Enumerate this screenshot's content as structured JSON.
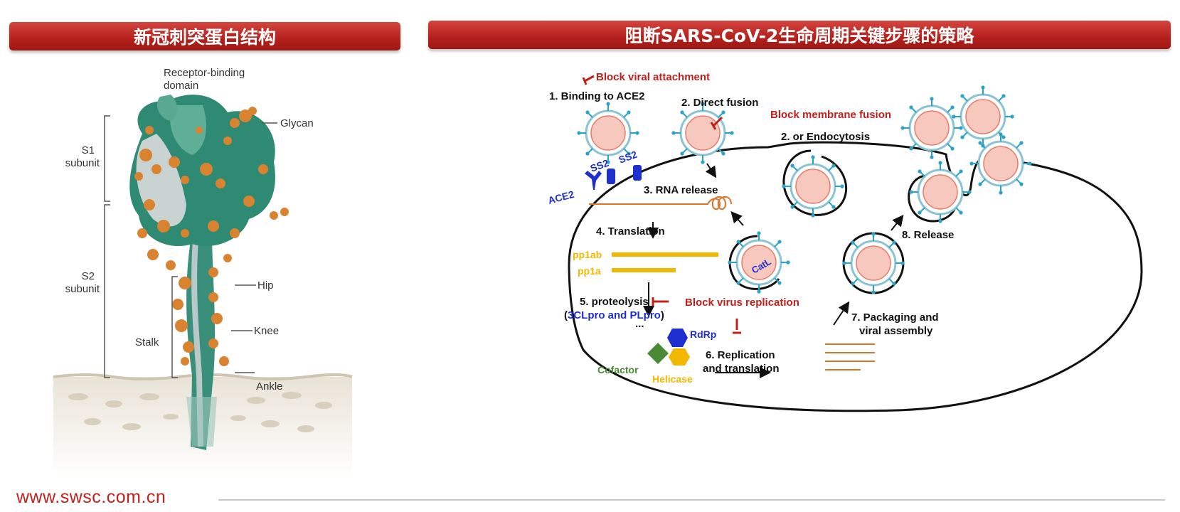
{
  "left_panel": {
    "title": "新冠刺突蛋白结构",
    "labels": {
      "rbd_line1": "Receptor-binding",
      "rbd_line2": "domain",
      "glycan": "Glycan",
      "s1": "S1",
      "s1_sub": "subunit",
      "s2": "S2",
      "s2_sub": "subunit",
      "hip": "Hip",
      "knee": "Knee",
      "stalk": "Stalk",
      "ankle": "Ankle"
    }
  },
  "right_panel": {
    "title": "阻断SARS-CoV-2生命周期关键步骤的策略",
    "labels": {
      "block_attachment": "Block viral attachment",
      "step1": "1. Binding to ACE2",
      "step2_direct": "2. Direct fusion",
      "block_fusion": "Block membrane fusion",
      "step2_endo": "2. or Endocytosis",
      "ace2": "ACE2",
      "ss2_a": "SS2",
      "ss2_b": "SS2",
      "step3": "3. RNA release",
      "step4": "4. Translation",
      "pp1ab": "pp1ab",
      "pp1a": "pp1a",
      "catl": "CatL",
      "step5": "5. proteolysis",
      "step5_open": "(",
      "step5_enzymes": "3CLpro and PLpro",
      "step5_close": ")",
      "ellipsis": "...",
      "block_replication": "Block virus replication",
      "rdrp": "RdRp",
      "cofactor": "Cofactor",
      "helicase": "Helicase",
      "step6_line1": "6. Replication",
      "step6_line2": "and translation",
      "step7_line1": "7. Packaging and",
      "step7_line2": "viral assembly",
      "step8": "8. Release"
    },
    "colors": {
      "block_red": "#c0201c",
      "enzyme_blue": "#1f2ecf",
      "pp_orange": "#f2b700",
      "rna_orange": "#d9742a",
      "cofactor_green": "#4a8a35",
      "virus_cyan": "#2aa3c4",
      "virus_core": "#f4b6aa"
    }
  },
  "footer": {
    "url": "www.swsc.com.cn"
  }
}
